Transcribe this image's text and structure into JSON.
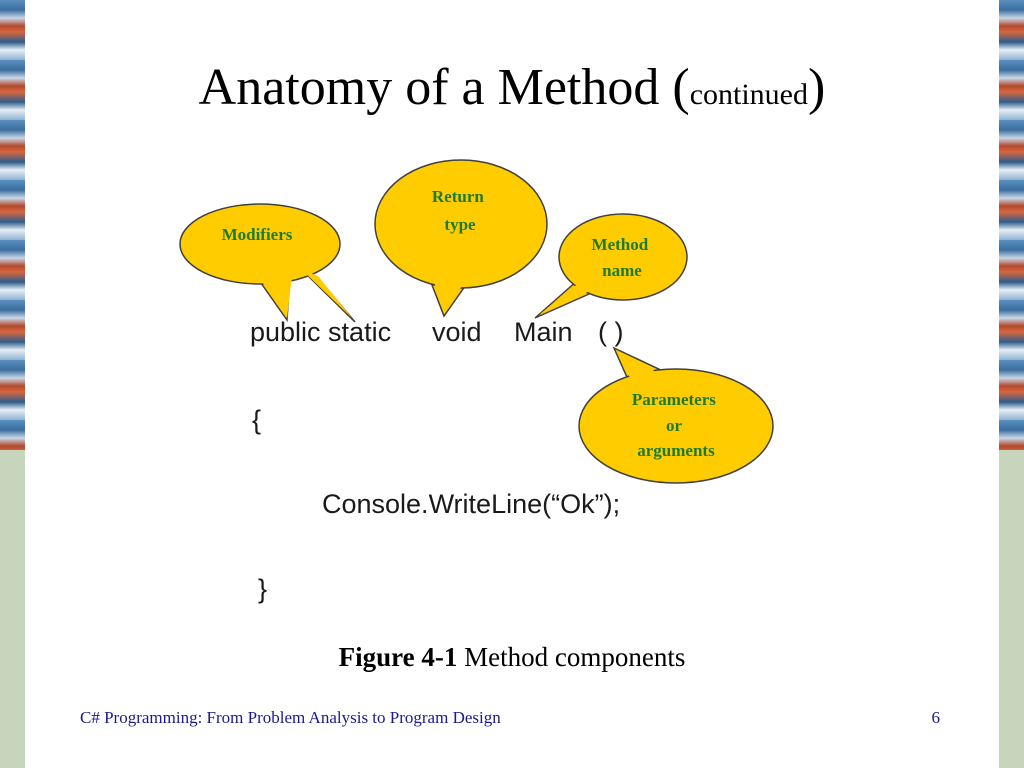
{
  "slide": {
    "title_main": "Anatomy of a Method (",
    "title_small": "continued",
    "title_close": ")"
  },
  "diagram": {
    "callouts": {
      "modifiers": [
        "Modifiers"
      ],
      "return_type": [
        "Return",
        "type"
      ],
      "method_name": [
        "Method",
        "name"
      ],
      "parameters": [
        "Parameters",
        "or",
        "arguments"
      ]
    },
    "code": {
      "line1_a": "public static",
      "line1_b": "void",
      "line1_c": "Main",
      "line1_d": "( )",
      "open_brace": "{",
      "body": "Console.WriteLine(“Ok”);",
      "close_brace": "}"
    },
    "colors": {
      "bubble_fill": "#ffcc00",
      "bubble_stroke": "#404040",
      "bubble_text": "#1f7a2e"
    }
  },
  "caption": {
    "label": "Figure 4-1",
    "text": "Method components"
  },
  "footer": {
    "text": "C# Programming: From Problem Analysis to Program Design",
    "page": "6"
  }
}
